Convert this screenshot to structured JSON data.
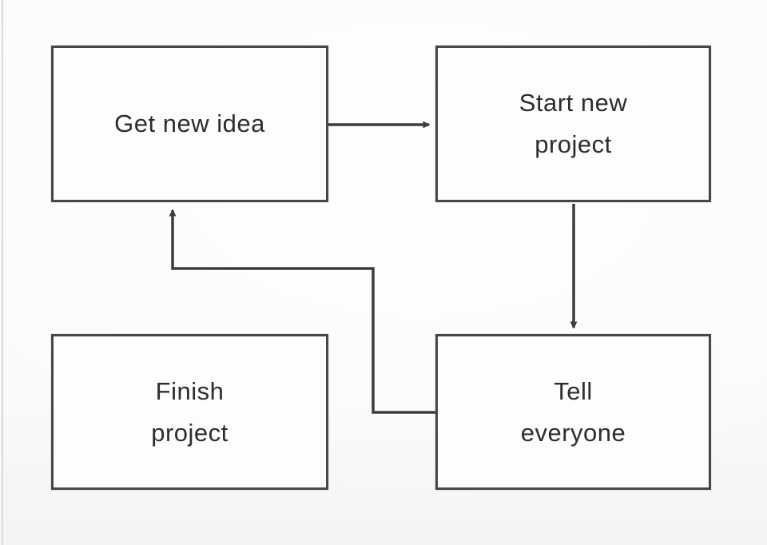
{
  "diagram": {
    "type": "flowchart",
    "nodes": [
      {
        "id": "get-new-idea",
        "label": "Get new idea"
      },
      {
        "id": "start-new-project",
        "label": "Start new\nproject"
      },
      {
        "id": "finish-project",
        "label": "Finish\nproject"
      },
      {
        "id": "tell-everyone",
        "label": "Tell\neveryone"
      }
    ],
    "edges": [
      {
        "from": "get-new-idea",
        "to": "start-new-project"
      },
      {
        "from": "start-new-project",
        "to": "tell-everyone"
      },
      {
        "from": "tell-everyone",
        "to": "get-new-idea"
      }
    ],
    "colors": {
      "line": "#3d3d3d",
      "box_border": "#474747",
      "text": "#2d2d2d",
      "background": "#fafafa"
    }
  }
}
